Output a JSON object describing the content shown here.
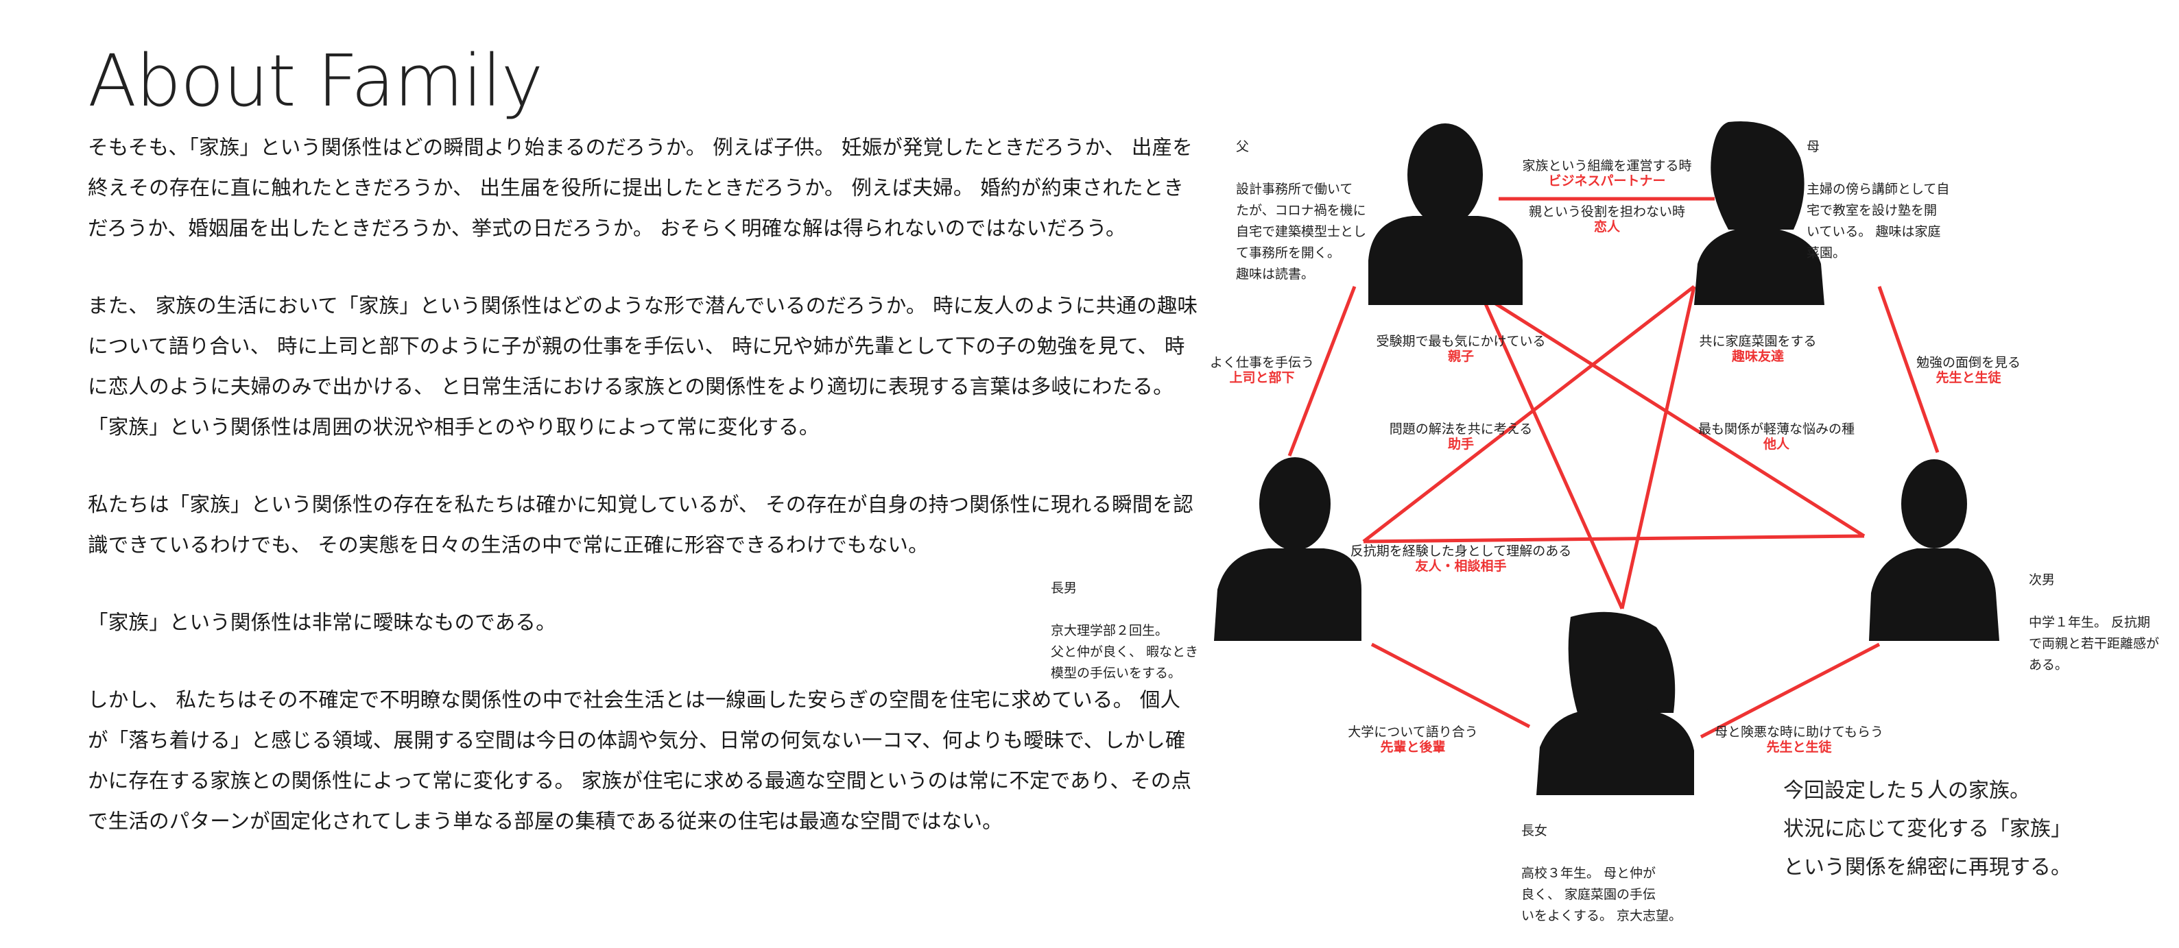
{
  "title": "About Family",
  "paragraphs": [
    "そもそも、「家族」という関係性はどの瞬間より始まるのだろうか。 例えば子供。 妊娠が発覚したときだろうか、 出産を終えその存在に直に触れたときだろうか、 出生届を役所に提出したときだろうか。 例えば夫婦。 婚約が約束されたときだろうか、婚姻届を出したときだろうか、挙式の日だろうか。 おそらく明確な解は得られないのではないだろう。",
    "また、 家族の生活において「家族」という関係性はどのような形で潜んでいるのだろうか。 時に友人のように共通の趣味について語り合い、 時に上司と部下のように子が親の仕事を手伝い、 時に兄や姉が先輩として下の子の勉強を見て、 時に恋人のように夫婦のみで出かける、 と日常生活における家族との関係性をより適切に表現する言葉は多岐にわたる。「家族」という関係性は周囲の状況や相手とのやり取りによって常に変化する。",
    "私たちは「家族」という関係性の存在を私たちは確かに知覚しているが、 その存在が自身の持つ関係性に現れる瞬間を認識できているわけでも、 その実態を日々の生活の中で常に正確に形容できるわけでもない。",
    "「家族」という関係性は非常に曖昧なものである。",
    "しかし、 私たちはその不確定で不明瞭な関係性の中で社会生活とは一線画した安らぎの空間を住宅に求めている。 個人が「落ち着ける」と感じる領域、展開する空間は今日の体調や気分、日常の何気ない一コマ、何よりも曖昧で、しかし確かに存在する家族との関係性によって常に変化する。 家族が住宅に求める最適な空間というのは常に不定であり、その点で生活のパターンが固定化されてしまう単なる部屋の集積である従来の住宅は最適な空間ではない。"
  ],
  "people": {
    "father": {
      "role": "父",
      "desc": "設計事務所で働いて\nたが、コロナ禍を機に\n自宅で建築模型士とし\nて事務所を開く。\n趣味は読書。"
    },
    "mother": {
      "role": "母",
      "desc": "主婦の傍ら講師として自\n宅で教室を設け塾を開\nいている。 趣味は家庭\n菜園。"
    },
    "eldest_son": {
      "role": "長男",
      "desc": "京大理学部２回生。\n父と仲が良く、 暇なとき\n模型の手伝いをする。"
    },
    "second_son": {
      "role": "次男",
      "desc": "中学１年生。 反抗期\nで両親と若干距離感が\nある。"
    },
    "eldest_daughter": {
      "role": "長女",
      "desc": "高校３年生。 母と仲が\n良く、 家庭菜園の手伝\nいをよくする。 京大志望。"
    }
  },
  "relations": [
    {
      "label": "家族という組織を運営する時",
      "name": "ビジネスパートナー"
    },
    {
      "label": "親という役割を担わない時",
      "name": "恋人"
    },
    {
      "label": "よく仕事を手伝う",
      "name": "上司と部下"
    },
    {
      "label": "受験期で最も気にかけている",
      "name": "親子"
    },
    {
      "label": "共に家庭菜園をする",
      "name": "趣味友達"
    },
    {
      "label": "勉強の面倒を見る",
      "name": "先生と生徒"
    },
    {
      "label": "問題の解法を共に考える",
      "name": "助手"
    },
    {
      "label": "最も関係が軽薄な悩みの種",
      "name": "他人"
    },
    {
      "label": "反抗期を経験した身として理解のある",
      "name": "友人・相談相手"
    },
    {
      "label": "大学について語り合う",
      "name": "先輩と後輩"
    },
    {
      "label": "母と険悪な時に助けてもらう",
      "name": "先生と生徒"
    }
  ],
  "caption": "今回設定した５人の家族。\n状況に応じて変化する「家族」\nという関係を綿密に再現する。",
  "colors": {
    "line": "#ee3333",
    "silhouette": "#141414",
    "text": "#222222"
  }
}
